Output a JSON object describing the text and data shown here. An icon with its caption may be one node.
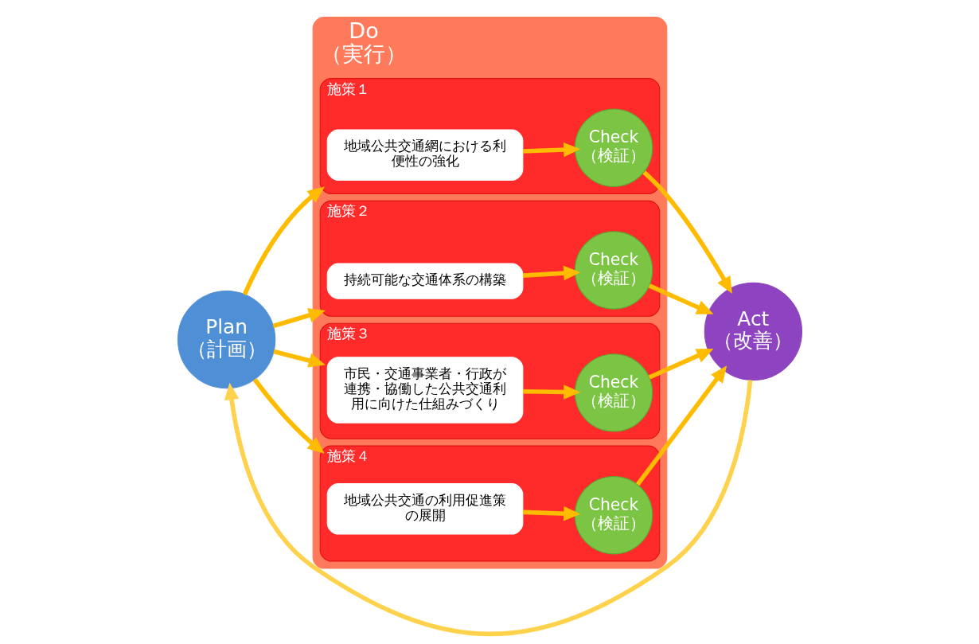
{
  "diagram": {
    "nodes": [
      {
        "text": [
          "Plan",
          "（計画）"
        ]
      },
      {
        "text": [
          "Do",
          "（実行）"
        ]
      },
      {
        "text": [
          "施策１"
        ],
        "in": 1
      },
      {
        "text": [
          "地域公共交通網における利便性の強化"
        ],
        "in": 2
      },
      {
        "text": [
          "Check",
          "（検証）"
        ],
        "in": 2
      },
      {
        "text": [
          "施策２"
        ],
        "in": 1
      },
      {
        "text": [
          "持続可能な交通体系の構築"
        ],
        "in": 5
      },
      {
        "text": [
          "Check",
          "（検証）"
        ],
        "in": 5
      },
      {
        "text": [
          "施策３"
        ],
        "in": 1
      },
      {
        "text": [
          "市民・交通事業者・行政が連携・協働した公共交通利用に向けた仕組みづくり"
        ],
        "in": 8
      },
      {
        "text": [
          "Check",
          "（検証）"
        ],
        "in": 8
      },
      {
        "text": [
          "施策４"
        ],
        "in": 1
      },
      {
        "text": [
          "地域公共交通の利用促進策の展開"
        ],
        "in": 11
      },
      {
        "text": [
          "Check",
          "（検証）"
        ],
        "in": 11
      },
      {
        "text": [
          "Act",
          "（改善）"
        ]
      }
    ],
    "edges": [
      {
        "from": 0,
        "to": 2,
        "arrow": "to"
      },
      {
        "from": 0,
        "to": 5,
        "arrow": "to"
      },
      {
        "from": 0,
        "to": 8,
        "arrow": "to"
      },
      {
        "from": 0,
        "to": 11,
        "arrow": "to"
      },
      {
        "from": 3,
        "to": 4,
        "arrow": "to"
      },
      {
        "from": 6,
        "to": 7,
        "arrow": "to"
      },
      {
        "from": 9,
        "to": 10,
        "arrow": "to"
      },
      {
        "from": 12,
        "to": 13,
        "arrow": "to"
      },
      {
        "from": 4,
        "to": 14,
        "arrow": "to"
      },
      {
        "from": 7,
        "to": 14,
        "arrow": "to"
      },
      {
        "from": 10,
        "to": 14,
        "arrow": "to"
      },
      {
        "from": 13,
        "to": 14,
        "arrow": "to"
      },
      {
        "from": 14,
        "to": 0,
        "arrow": "to",
        "color": "#ffd24d"
      }
    ]
  }
}
